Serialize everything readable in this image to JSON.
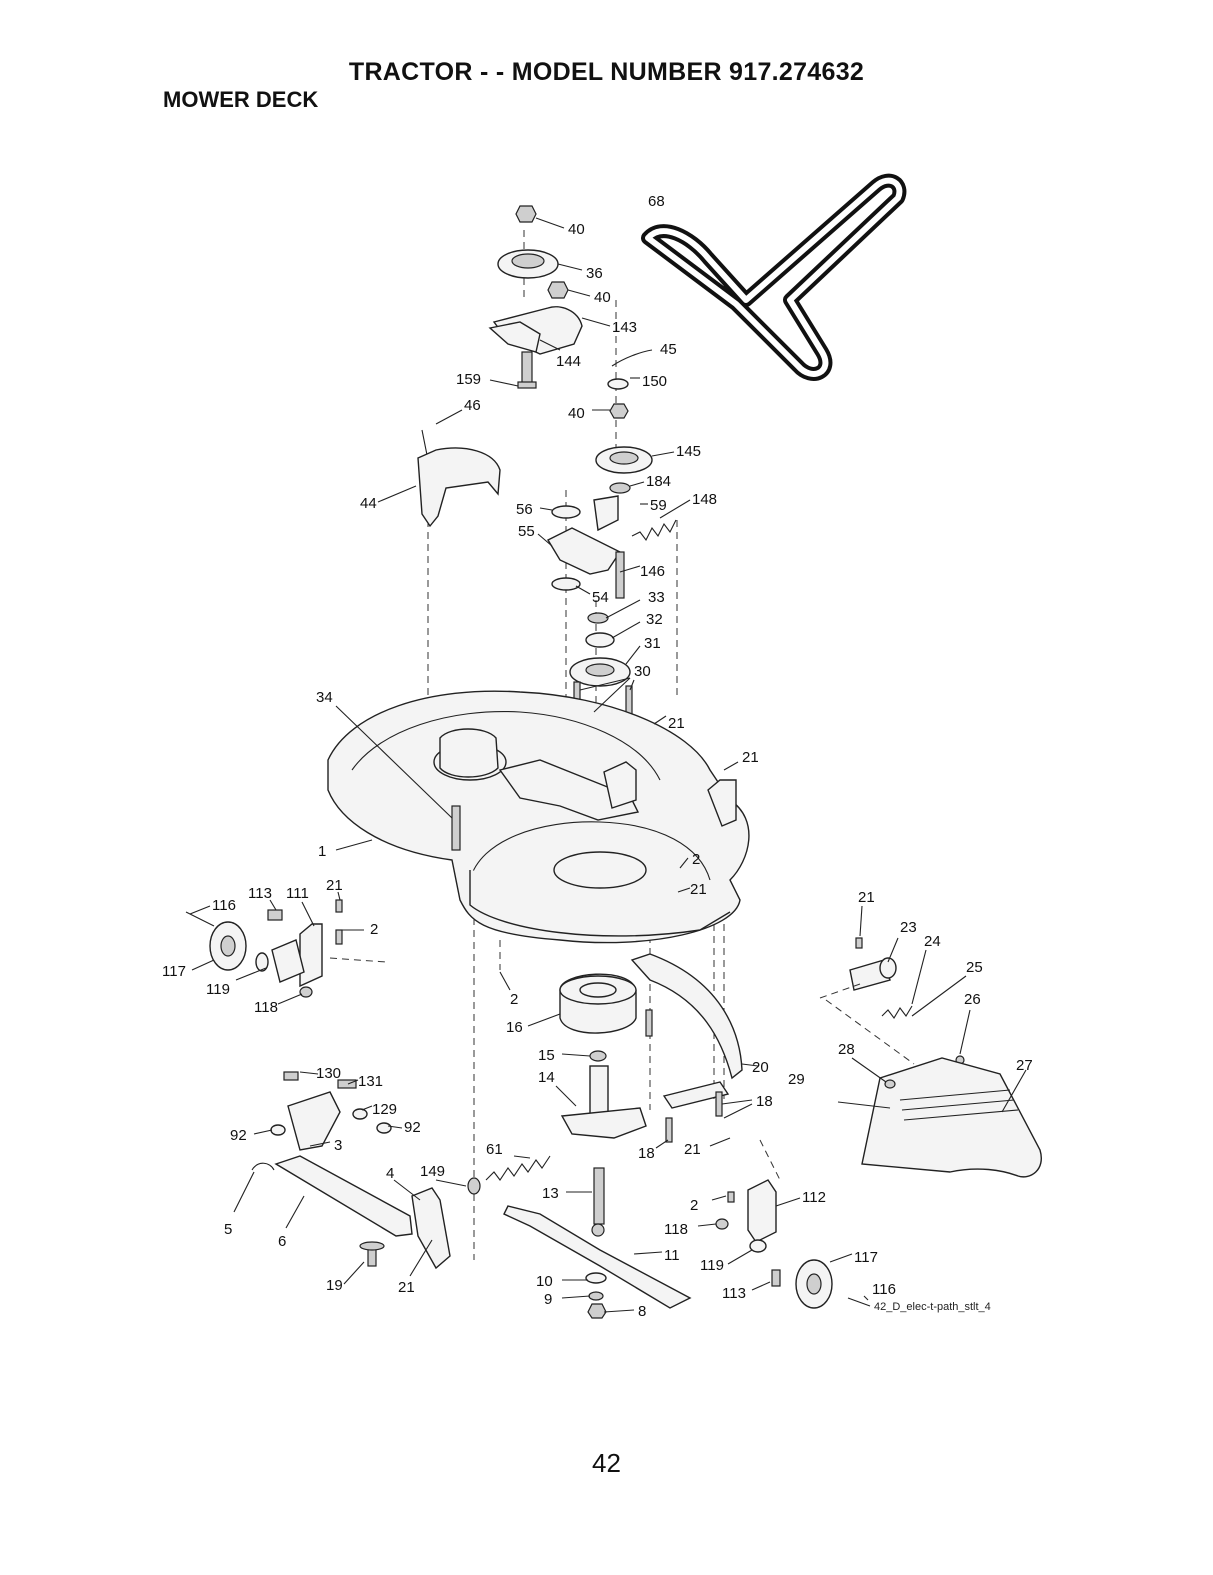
{
  "header": {
    "title": "TRACTOR - - MODEL NUMBER 917.274632",
    "section": "MOWER DECK"
  },
  "diagram": {
    "note": "42_D_elec-t-path_stlt_4",
    "callouts": {
      "c1": "1",
      "c2a": "2",
      "c2b": "2",
      "c2c": "2",
      "c2d": "2",
      "c3": "3",
      "c4": "4",
      "c5": "5",
      "c6": "6",
      "c8": "8",
      "c9": "9",
      "c10": "10",
      "c11": "11",
      "c13": "13",
      "c14": "14",
      "c15": "15",
      "c16": "16",
      "c18a": "18",
      "c18b": "18",
      "c19": "19",
      "c20": "20",
      "c21a": "21",
      "c21b": "21",
      "c21c": "21",
      "c21d": "21",
      "c21e": "21",
      "c21f": "21",
      "c21g": "21",
      "c23": "23",
      "c24": "24",
      "c25": "25",
      "c26": "26",
      "c27": "27",
      "c28": "28",
      "c29": "29",
      "c30": "30",
      "c31": "31",
      "c32": "32",
      "c33": "33",
      "c34": "34",
      "c36": "36",
      "c40a": "40",
      "c40b": "40",
      "c40c": "40",
      "c44": "44",
      "c45": "45",
      "c46": "46",
      "c54": "54",
      "c55": "55",
      "c56": "56",
      "c59": "59",
      "c61": "61",
      "c68": "68",
      "c92a": "92",
      "c92b": "92",
      "c111": "111",
      "c112": "112",
      "c113a": "113",
      "c113b": "113",
      "c116a": "116",
      "c116b": "116",
      "c117a": "117",
      "c117b": "117",
      "c118a": "118",
      "c118b": "118",
      "c119a": "119",
      "c119b": "119",
      "c129": "129",
      "c130": "130",
      "c131": "131",
      "c143": "143",
      "c144": "144",
      "c145": "145",
      "c146": "146",
      "c148": "148",
      "c149": "149",
      "c150": "150",
      "c159": "159",
      "c184": "184"
    }
  },
  "footer": {
    "page_number": "42"
  }
}
